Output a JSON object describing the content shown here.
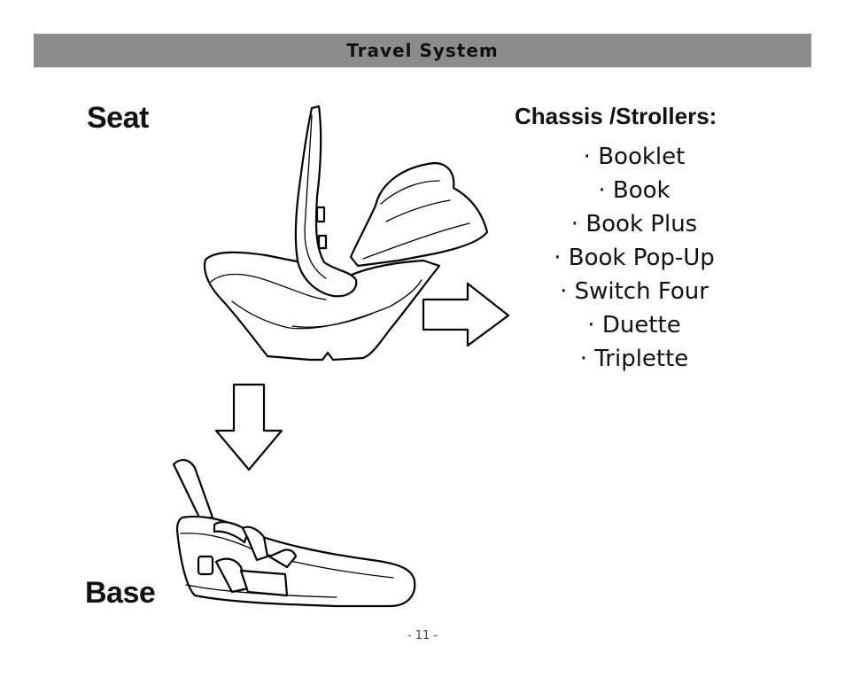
{
  "header": {
    "title": "Travel System"
  },
  "labels": {
    "seat": "Seat",
    "base": "Base"
  },
  "chassis": {
    "title": "Chassis /Strollers:",
    "items": [
      "Booklet",
      "Book",
      "Book Plus",
      "Book  Pop-Up",
      "Switch Four",
      "Duette",
      "Triplette"
    ]
  },
  "footer": {
    "page_number": "- 11 -"
  }
}
